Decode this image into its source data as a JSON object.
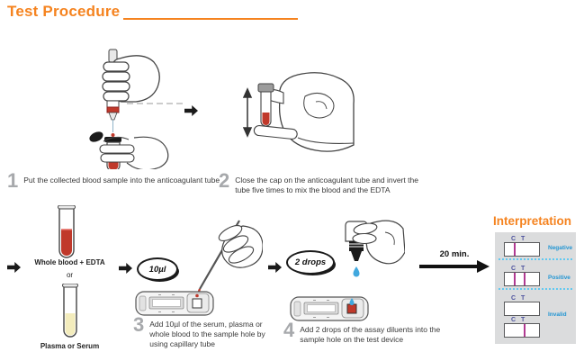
{
  "header": {
    "title": "Test Procedure"
  },
  "steps": [
    {
      "num": "1",
      "text": "Put the collected blood sample into the anticoagulant tube"
    },
    {
      "num": "2",
      "text": "Close the cap on the anticoagulant tube and invert the tube five times to mix the blood and the EDTA"
    },
    {
      "num": "3",
      "text": "Add 10µl of the serum, plasma or whole blood to the sample hole by using capillary tube",
      "badge": "10µl"
    },
    {
      "num": "4",
      "text": "Add 2 drops of the assay diluents into the sample hole on the test device",
      "badge": "2 drops"
    }
  ],
  "samples": {
    "tube1_label": "Whole blood + EDTA",
    "or_label": "or",
    "tube2_label": "Plasma or Serum"
  },
  "timer": {
    "label": "20 min."
  },
  "interpretation": {
    "title": "Interpretation",
    "strip_letters": {
      "c": "C",
      "t": "T"
    },
    "results": [
      {
        "label": "Negative",
        "lines": [
          "C"
        ]
      },
      {
        "label": "Positive",
        "lines": [
          "C",
          "T"
        ]
      },
      {
        "label": "Invalid",
        "lines": [],
        "lines2": [
          "T"
        ]
      }
    ]
  },
  "colors": {
    "accent_orange": "#F5831F",
    "test_line_magenta": "#B13A92",
    "result_label_blue": "#2496D3",
    "panel_gray": "#DBDCDD",
    "blood_red": "#C0392B",
    "diluent_blue": "#41A8DE"
  }
}
